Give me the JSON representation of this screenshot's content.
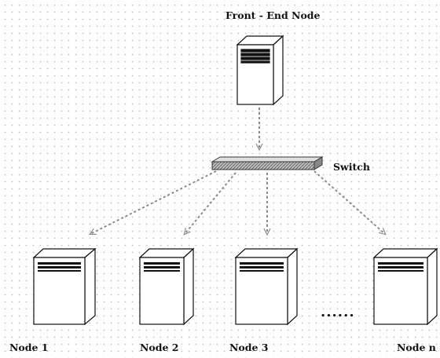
{
  "diagram": {
    "front_end_label": "Front - End Node",
    "switch_label": "Switch",
    "ellipsis": "......",
    "nodes": [
      {
        "label": "Node 1"
      },
      {
        "label": "Node 2"
      },
      {
        "label": "Node 3"
      },
      {
        "label": "Node n"
      }
    ]
  },
  "colors": {
    "line": "#111111",
    "server_face": "#ffffff",
    "server_side": "#ffffff",
    "dashed_arrow": "#8a8a8a",
    "switch_fill": "#9a9a9a"
  }
}
